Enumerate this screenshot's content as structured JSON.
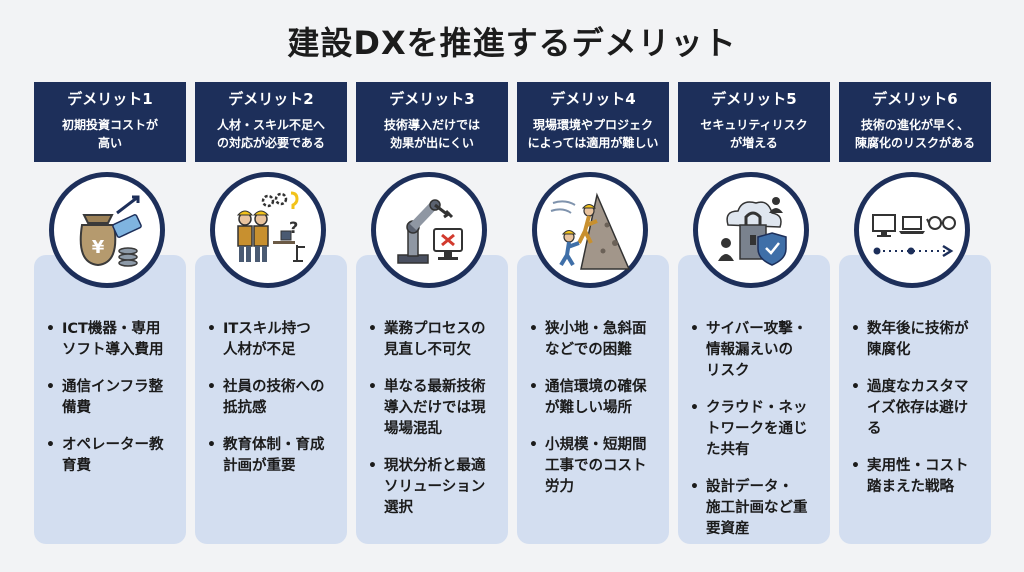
{
  "title": "建設DXを推進するデメリット",
  "columns": [
    {
      "name": "デメリット1",
      "desc": [
        "初期投資コストが",
        "高い"
      ],
      "icon": "money-bag-yen-icon",
      "items": [
        [
          "ICT機器・専用",
          "ソフト導入費用"
        ],
        [
          "通信インフラ整",
          "備費"
        ],
        [
          "オペレーター教",
          "育費"
        ]
      ]
    },
    {
      "name": "デメリット2",
      "desc": [
        "人材・スキル不足へ",
        "の対応が必要である"
      ],
      "icon": "workers-skill-gap-icon",
      "items": [
        [
          "ITスキル持つ",
          "人材が不足"
        ],
        [
          "社員の技術への",
          "抵抗感"
        ],
        [
          "教育体制・育成",
          "計画が重要"
        ]
      ]
    },
    {
      "name": "デメリット3",
      "desc": [
        "技術導入だけでは",
        "効果が出にくい"
      ],
      "icon": "robot-arm-error-icon",
      "items": [
        [
          "業務プロセスの",
          "見直し不可欠"
        ],
        [
          "単なる最新技術",
          "導入だけでは現",
          "場場混乱"
        ],
        [
          "現状分析と最適",
          "ソリューション",
          "選択"
        ]
      ]
    },
    {
      "name": "デメリット4",
      "desc": [
        "現場環境やプロジェク",
        "によっては適用が難しい"
      ],
      "icon": "steep-slope-workers-icon",
      "items": [
        [
          "狭小地・急斜面",
          "などでの困難"
        ],
        [
          "通信環境の確保",
          "が難しい場所"
        ],
        [
          "小規模・短期間",
          "工事でのコスト",
          "労力"
        ]
      ]
    },
    {
      "name": "デメリット5",
      "desc": [
        "セキュリティリスク",
        "が増える"
      ],
      "icon": "cloud-security-lock-icon",
      "items": [
        [
          "サイバー攻撃・",
          "情報漏えいの",
          "リスク"
        ],
        [
          "クラウド・ネッ",
          "トワークを通じ",
          "た共有"
        ],
        [
          "設計データ・",
          "施工計画など重",
          "要資産"
        ]
      ]
    },
    {
      "name": "デメリット6",
      "desc": [
        "技術の進化が早く、",
        "陳腐化のリスクがある"
      ],
      "icon": "device-evolution-icon",
      "items": [
        [
          "数年後に技術が",
          "陳腐化"
        ],
        [
          "過度なカスタマ",
          "イズ依存は避け",
          "る"
        ],
        [
          "実用性・コスト",
          "踏まえた戦略"
        ]
      ]
    }
  ]
}
